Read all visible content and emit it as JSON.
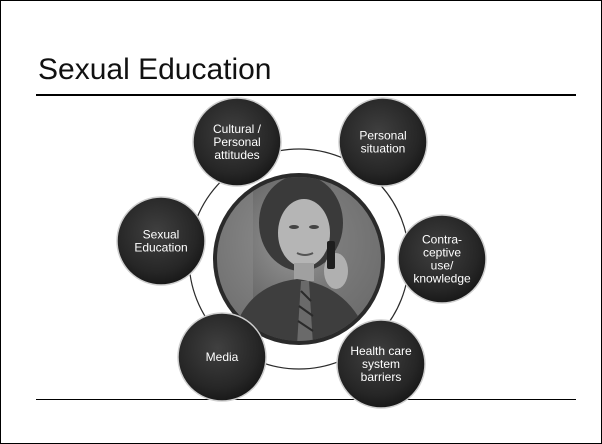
{
  "slide": {
    "title": "Sexual Education"
  },
  "diagram": {
    "center_image": "woman-on-phone-photo",
    "nodes": [
      {
        "id": "cultural",
        "lines": [
          "Cultural /",
          "Personal",
          "attitudes"
        ]
      },
      {
        "id": "personal",
        "lines": [
          "Personal",
          "situation"
        ]
      },
      {
        "id": "contraceptive",
        "lines": [
          "Contra-",
          "ceptive",
          "use/",
          "knowledge"
        ]
      },
      {
        "id": "health",
        "lines": [
          "Health care",
          "system",
          "barriers"
        ]
      },
      {
        "id": "media",
        "lines": [
          "Media"
        ]
      },
      {
        "id": "sexual-education",
        "lines": [
          "Sexual",
          "Education"
        ]
      }
    ],
    "colors": {
      "node_fill": "#262626",
      "node_text": "#ffffff",
      "ring": "#2b2b2b",
      "photo_bg": "#6e6e6e"
    }
  }
}
